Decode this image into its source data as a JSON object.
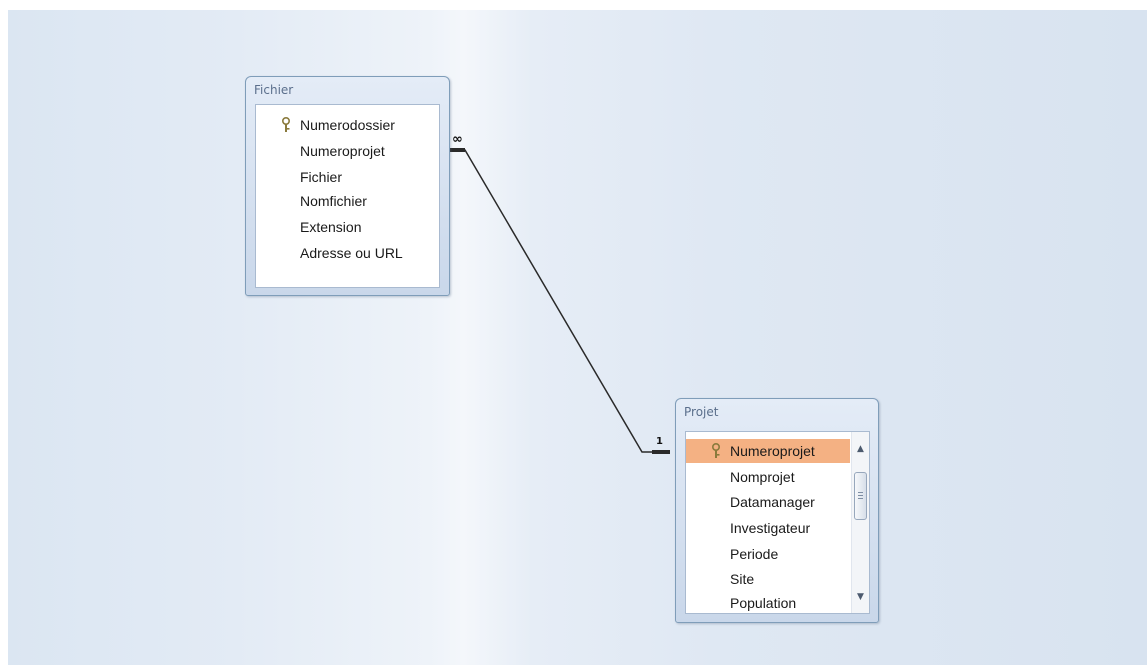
{
  "tables": [
    {
      "title": "Fichier",
      "fields": [
        {
          "name": "Numerodossier",
          "primary_key": true
        },
        {
          "name": "Numeroprojet"
        },
        {
          "name": "Fichier"
        },
        {
          "name": "Nomfichier"
        },
        {
          "name": "Extension"
        },
        {
          "name": "Adresse ou URL"
        }
      ]
    },
    {
      "title": "Projet",
      "fields": [
        {
          "name": "Numeroprojet",
          "primary_key": true,
          "selected": true
        },
        {
          "name": "Nomprojet"
        },
        {
          "name": "Datamanager"
        },
        {
          "name": "Investigateur"
        },
        {
          "name": "Periode"
        },
        {
          "name": "Site"
        },
        {
          "name": "Population"
        }
      ],
      "has_scrollbar": true
    }
  ],
  "relationship": {
    "from_table": "Fichier",
    "from_field": "Numeroprojet",
    "from_cardinality": "∞",
    "to_table": "Projet",
    "to_field": "Numeroprojet",
    "to_cardinality": "1"
  },
  "icons": {
    "primary_key": "key-icon",
    "scroll_up": "arrow-up-icon",
    "scroll_down": "arrow-down-icon"
  },
  "colors": {
    "background": "#dfe8f3",
    "window_border": "#7f9db9",
    "selected_field": "#f4b183",
    "relationship_line": "#2a2a2a"
  }
}
